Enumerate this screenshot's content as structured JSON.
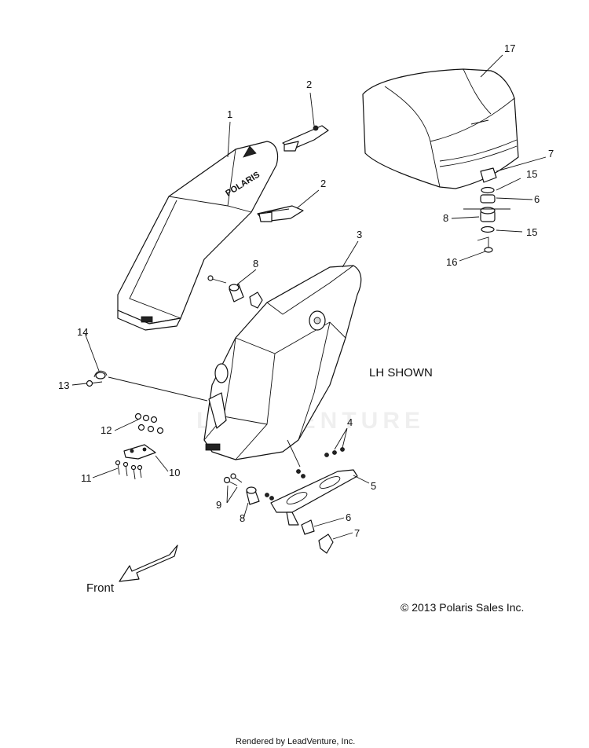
{
  "callouts": {
    "c1": "1",
    "c2a": "2",
    "c2b": "2",
    "c3": "3",
    "c4": "4",
    "c5": "5",
    "c6a": "6",
    "c6b": "6",
    "c7a": "7",
    "c7b": "7",
    "c8a": "8",
    "c8b": "8",
    "c8c": "8",
    "c9": "9",
    "c10": "10",
    "c11": "11",
    "c12": "12",
    "c13": "13",
    "c14": "14",
    "c15a": "15",
    "c15b": "15",
    "c16": "16",
    "c17": "17"
  },
  "side_note": "LH SHOWN",
  "direction_label": "Front",
  "copyright": "© 2013 Polaris Sales Inc.",
  "watermark": "LEADVENTURE",
  "footer": "Rendered by LeadVenture, Inc.",
  "lid_brand": "POLARIS"
}
